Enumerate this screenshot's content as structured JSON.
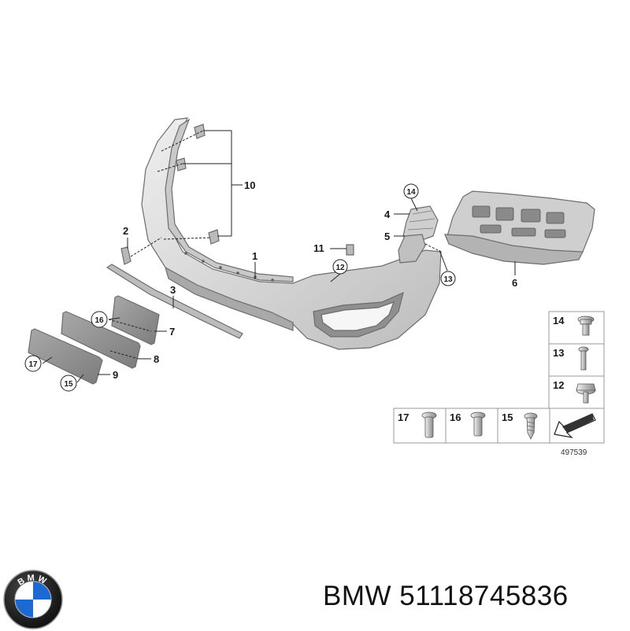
{
  "diagram": {
    "image_number": "497539",
    "callouts": {
      "c1": "1",
      "c2": "2",
      "c3": "3",
      "c4": "4",
      "c5": "5",
      "c6": "6",
      "c7": "7",
      "c8": "8",
      "c9": "9",
      "c10": "10",
      "c11": "11",
      "c12": "12",
      "c13": "13",
      "c14": "14",
      "c15": "15",
      "c16": "16",
      "c17": "17"
    },
    "legend": {
      "l14": "14",
      "l13": "13",
      "l12": "12",
      "l17": "17",
      "l16": "16",
      "l15": "15"
    }
  },
  "caption": {
    "brand": "BMW",
    "part_number": "51118745836"
  },
  "logo": {
    "lettering": "BMW",
    "colors": {
      "blue": "#1c69d4",
      "white": "#ffffff",
      "ring": "#111111"
    }
  },
  "colors": {
    "part_fill": "#dcdcdc",
    "part_dark": "#9a9a9a",
    "line": "#222222"
  }
}
